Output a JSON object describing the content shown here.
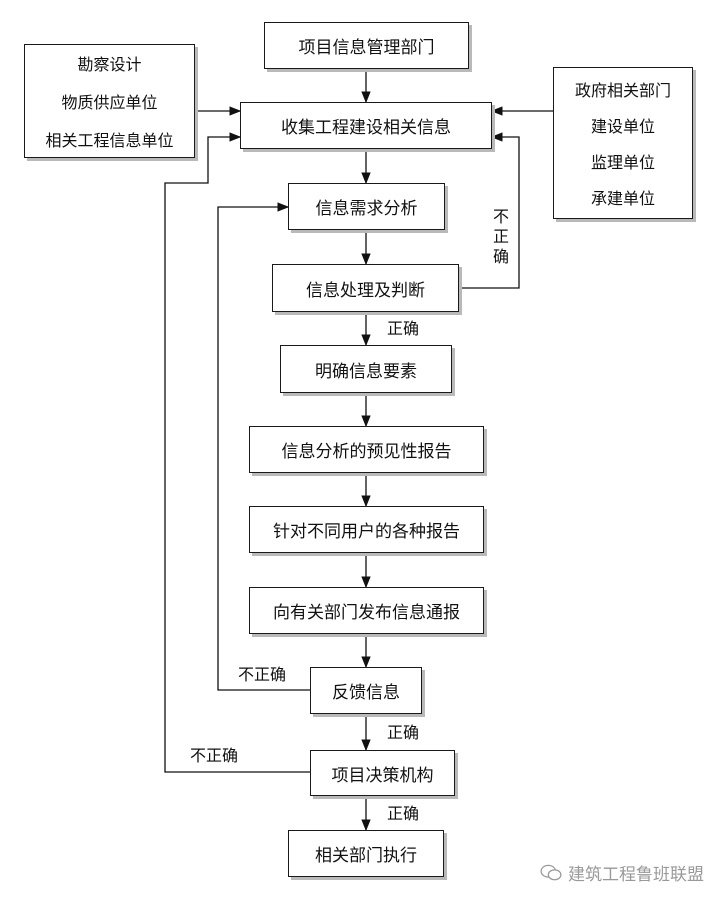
{
  "nodes": {
    "project_info_dept": "项目信息管理部门",
    "collect_info": "收集工程建设相关信息",
    "demand_analysis": "信息需求分析",
    "process_judge": "信息处理及判断",
    "clarify_elements": "明确信息要素",
    "forecast_report": "信息分析的预见性报告",
    "user_reports": "针对不同用户的各种报告",
    "publish_bulletin": "向有关部门发布信息通报",
    "feedback": "反馈信息",
    "decision_body": "项目决策机构",
    "execute": "相关部门执行"
  },
  "left_sources": [
    "勘察设计",
    "物质供应单位",
    "相关工程信息单位"
  ],
  "right_sources": [
    "政府相关部门",
    "建设单位",
    "监理单位",
    "承建单位"
  ],
  "edge_labels": {
    "incorrect_vertical": [
      "不",
      "正",
      "确"
    ],
    "correct_1": "正确",
    "incorrect_feedback": "不正确",
    "correct_2": "正确",
    "incorrect_decision": "不正确",
    "correct_3": "正确"
  },
  "watermark": "建筑工程鲁班联盟"
}
